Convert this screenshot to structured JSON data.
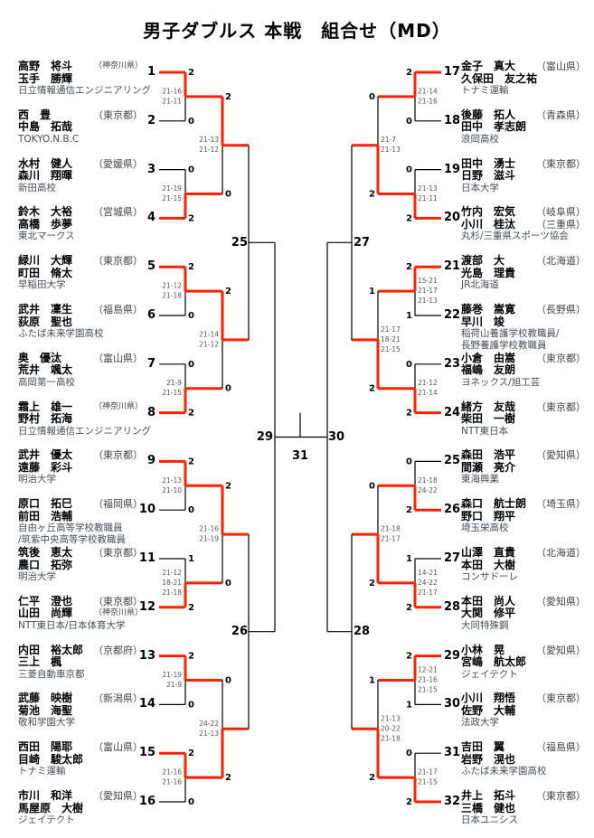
{
  "title": "男子ダブルス 本戦　組合せ（MD）",
  "colors": {
    "winner_line": "#ff2200",
    "line": "#000000",
    "score_games": "#555555",
    "team": "#4a4a5a"
  },
  "left": {
    "entries": [
      {
        "seed": "1",
        "players": [
          "高野　将斗",
          "玉手　勝輝"
        ],
        "prefs": [
          "（神奈川県）"
        ],
        "team": [
          "日立情報通信エンジニアリング"
        ]
      },
      {
        "seed": "2",
        "players": [
          "西　豊",
          "中島　拓哉"
        ],
        "prefs": [
          "（東京都）"
        ],
        "team": [
          "TOKYO.N.B.C"
        ]
      },
      {
        "seed": "3",
        "players": [
          "水村　健人",
          "森川　翔暉"
        ],
        "prefs": [
          "（愛媛県）"
        ],
        "team": [
          "新田高校"
        ]
      },
      {
        "seed": "4",
        "players": [
          "鈴木　大裕",
          "高橋　歩夢"
        ],
        "prefs": [
          "（宮城県）"
        ],
        "team": [
          "東北マークス"
        ]
      },
      {
        "seed": "5",
        "players": [
          "緑川　大輝",
          "町田　脩太"
        ],
        "prefs": [
          "（東京都）"
        ],
        "team": [
          "早稲田大学"
        ]
      },
      {
        "seed": "6",
        "players": [
          "武井　凜生",
          "荻原　聖也"
        ],
        "prefs": [
          "（福島県）"
        ],
        "team": [
          "ふたば未来学園高校"
        ]
      },
      {
        "seed": "7",
        "players": [
          "奥　優汰",
          "荒井　颯太"
        ],
        "prefs": [
          "（富山県）"
        ],
        "team": [
          "高岡第一高校"
        ]
      },
      {
        "seed": "8",
        "players": [
          "霜上　雄一",
          "野村　拓海"
        ],
        "prefs": [
          "（神奈川県）"
        ],
        "team": [
          "日立情報通信エンジニアリング"
        ]
      },
      {
        "seed": "9",
        "players": [
          "武井　優太",
          "遠藤　彩斗"
        ],
        "prefs": [
          "（東京都）"
        ],
        "team": [
          "明治大学"
        ]
      },
      {
        "seed": "10",
        "players": [
          "原口　拓巳",
          "前田　浩輔"
        ],
        "prefs": [
          "（福岡県）"
        ],
        "team": [
          "自由ヶ丘高等学校教職員",
          "/筑紫中央高等学校教職員"
        ]
      },
      {
        "seed": "11",
        "players": [
          "筑後　恵太",
          "農口　拓弥"
        ],
        "prefs": [
          "（東京都）"
        ],
        "team": [
          "明治大学"
        ]
      },
      {
        "seed": "12",
        "players": [
          "仁平　澄也",
          "山田　尚輝"
        ],
        "prefs": [
          "（東京都）",
          "（神奈川県）"
        ],
        "team": [
          "NTT東日本/日本体育大学"
        ]
      },
      {
        "seed": "13",
        "players": [
          "内田　裕太郎",
          "三上　楓"
        ],
        "prefs": [
          "（京都府）"
        ],
        "team": [
          "三菱自動車京都"
        ]
      },
      {
        "seed": "14",
        "players": [
          "武藤　映樹",
          "菊池　海聖"
        ],
        "prefs": [
          "（新潟県）"
        ],
        "team": [
          "敬和学園大学"
        ]
      },
      {
        "seed": "15",
        "players": [
          "西田　陽耶",
          "目崎　駿太郎"
        ],
        "prefs": [
          "（富山県）"
        ],
        "team": [
          "トナミ運輸"
        ]
      },
      {
        "seed": "16",
        "players": [
          "市川　和洋",
          "馬屋原　大樹"
        ],
        "prefs": [
          "（愛知県）"
        ],
        "team": [
          "ジェイテクト"
        ]
      }
    ],
    "round1": [
      {
        "scores": [
          "2",
          "0"
        ],
        "games": [
          "21-16",
          "21-11"
        ],
        "winner": 0
      },
      {
        "scores": [
          "0",
          "2"
        ],
        "games": [
          "21-19",
          "21-15"
        ],
        "winner": 1
      },
      {
        "scores": [
          "2",
          "0"
        ],
        "games": [
          "21-12",
          "21-18"
        ],
        "winner": 0
      },
      {
        "scores": [
          "0",
          "2"
        ],
        "games": [
          "21-9",
          "21-15"
        ],
        "winner": 1
      },
      {
        "scores": [
          "2",
          "0"
        ],
        "games": [
          "21-13",
          "21-10"
        ],
        "winner": 0
      },
      {
        "scores": [
          "1",
          "2"
        ],
        "games": [
          "21-12",
          "18-21",
          "21-18"
        ],
        "winner": 1
      },
      {
        "scores": [
          "2",
          "0"
        ],
        "games": [
          "21-19",
          "21-9"
        ],
        "winner": 0
      },
      {
        "scores": [
          "2",
          "0"
        ],
        "games": [
          "21-16",
          "21-16"
        ],
        "winner": 0
      }
    ],
    "round2": [
      {
        "scores": [
          "2",
          "0"
        ],
        "games": [
          "21-13",
          "21-12"
        ],
        "winner": 0
      },
      {
        "scores": [
          "2",
          "0"
        ],
        "games": [
          "21-14",
          "21-12"
        ],
        "winner": 0
      },
      {
        "scores": [
          "2",
          "0"
        ],
        "games": [
          "21-16",
          "21-19"
        ],
        "winner": 0
      },
      {
        "scores": [
          "0",
          "2"
        ],
        "games": [
          "24-22",
          "21-13"
        ],
        "winner": 1
      }
    ],
    "round3_labels": [
      "25",
      "26"
    ],
    "semi_label": "29"
  },
  "right": {
    "entries": [
      {
        "seed": "17",
        "players": [
          "金子　真大",
          "久保田　友之祐"
        ],
        "prefs": [
          "（富山県）"
        ],
        "team": [
          "トナミ運輸"
        ]
      },
      {
        "seed": "18",
        "players": [
          "後藤　拓人",
          "田中　孝志朗"
        ],
        "prefs": [
          "（青森県）"
        ],
        "team": [
          "浪岡高校"
        ]
      },
      {
        "seed": "19",
        "players": [
          "田中　湧士",
          "日野　滋斗"
        ],
        "prefs": [
          "（東京都）"
        ],
        "team": [
          "日本大学"
        ]
      },
      {
        "seed": "20",
        "players": [
          "竹内　宏気",
          "小川　桂汰"
        ],
        "prefs": [
          "（岐阜県）",
          "（三重県）"
        ],
        "team": [
          "丸杉/三重県スポーツ協会"
        ]
      },
      {
        "seed": "21",
        "players": [
          "渡部　大",
          "光島　理貴"
        ],
        "prefs": [
          "（北海道）"
        ],
        "team": [
          "JR北海道"
        ]
      },
      {
        "seed": "22",
        "players": [
          "藤巻　嵩寛",
          "早川　竣"
        ],
        "prefs": [
          "（長野県）"
        ],
        "team": [
          "稲荷山養護学校教職員/",
          "長野養護学校教職員"
        ]
      },
      {
        "seed": "23",
        "players": [
          "小倉　由嵩",
          "福嶋　友朗"
        ],
        "prefs": [
          "（東京都）"
        ],
        "team": [
          "ヨネックス/旭工芸"
        ]
      },
      {
        "seed": "24",
        "players": [
          "緒方　友哉",
          "柴田　一樹"
        ],
        "prefs": [
          "（東京都）"
        ],
        "team": [
          "NTT東日本"
        ]
      },
      {
        "seed": "25",
        "players": [
          "森田　浩平",
          "間瀬　亮介"
        ],
        "prefs": [
          "（愛知県）"
        ],
        "team": [
          "東海興業"
        ]
      },
      {
        "seed": "26",
        "players": [
          "森口　航士朗",
          "野口　翔平"
        ],
        "prefs": [
          "（埼玉県）"
        ],
        "team": [
          "埼玉栄高校"
        ]
      },
      {
        "seed": "27",
        "players": [
          "山澤　直貴",
          "本田　大樹"
        ],
        "prefs": [
          "（北海道）"
        ],
        "team": [
          "コンサドーレ"
        ]
      },
      {
        "seed": "28",
        "players": [
          "本田　尚人",
          "大関　修平"
        ],
        "prefs": [
          "（愛知県）"
        ],
        "team": [
          "大同特殊鋼"
        ]
      },
      {
        "seed": "29",
        "players": [
          "小林　晃",
          "宮嶋　航太郎"
        ],
        "prefs": [
          "（愛知県）"
        ],
        "team": [
          "ジェイテクト"
        ]
      },
      {
        "seed": "30",
        "players": [
          "小川　翔悟",
          "佐野　大輔"
        ],
        "prefs": [
          "（東京都）"
        ],
        "team": [
          "法政大学"
        ]
      },
      {
        "seed": "31",
        "players": [
          "吉田　翼",
          "岩野　滉也"
        ],
        "prefs": [
          "（福島県）"
        ],
        "team": [
          "ふたば未来学園高校"
        ]
      },
      {
        "seed": "32",
        "players": [
          "井上　拓斗",
          "三橋　健也"
        ],
        "prefs": [
          "（東京都）"
        ],
        "team": [
          "日本ユニシス"
        ]
      }
    ],
    "round1": [
      {
        "scores": [
          "2",
          "0"
        ],
        "games": [
          "21-14",
          "21-16"
        ],
        "winner": 0
      },
      {
        "scores": [
          "0",
          "2"
        ],
        "games": [
          "21-13",
          "21-11"
        ],
        "winner": 1
      },
      {
        "scores": [
          "2",
          "1"
        ],
        "games": [
          "15-21",
          "21-17",
          "21-13"
        ],
        "winner": 0
      },
      {
        "scores": [
          "0",
          "2"
        ],
        "games": [
          "21-12",
          "21-14"
        ],
        "winner": 1
      },
      {
        "scores": [
          "0",
          "2"
        ],
        "games": [
          "21-18",
          "24-22"
        ],
        "winner": 1
      },
      {
        "scores": [
          "1",
          "2"
        ],
        "games": [
          "14-21",
          "24-22",
          "21-17"
        ],
        "winner": 1
      },
      {
        "scores": [
          "2",
          "1"
        ],
        "games": [
          "12-21",
          "21-16",
          "21-15"
        ],
        "winner": 0
      },
      {
        "scores": [
          "0",
          "2"
        ],
        "games": [
          "21-17",
          "21-15"
        ],
        "winner": 1
      }
    ],
    "round2": [
      {
        "scores": [
          "0",
          "2"
        ],
        "games": [
          "21-7",
          "21-13"
        ],
        "winner": 1
      },
      {
        "scores": [
          "1",
          "2"
        ],
        "games": [
          "21-17",
          "18-21",
          "21-15"
        ],
        "winner": 1
      },
      {
        "scores": [
          "0",
          "2"
        ],
        "games": [
          "21-18",
          "21-17"
        ],
        "winner": 1
      },
      {
        "scores": [
          "1",
          "2"
        ],
        "games": [
          "21-13",
          "20-22",
          "21-18"
        ],
        "winner": 1
      }
    ],
    "round3_labels": [
      "27",
      "28"
    ],
    "semi_label": "30"
  },
  "final_label": "31"
}
